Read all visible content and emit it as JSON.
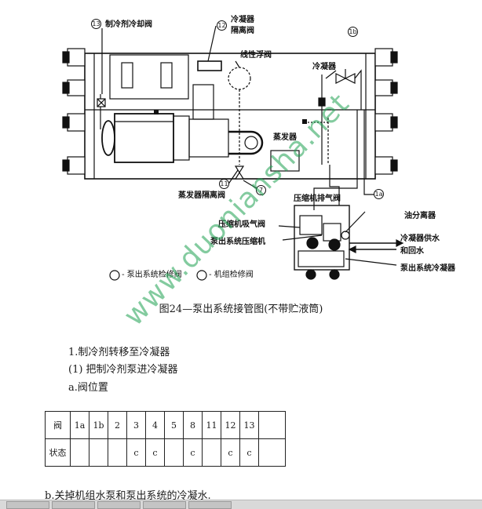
{
  "labels": {
    "l13": "制冷剂冷却阀",
    "l12a": "冷凝器",
    "l12b": "隔离阀",
    "float": "线性浮阀",
    "condenser": "冷凝器",
    "evaporator": "蒸发器",
    "evap_iso": "蒸发器隔离阀",
    "comp_discharge": "压缩机排气阀",
    "oil_sep": "油分离器",
    "comp_suction": "压缩机吸气阀",
    "pumpout_comp": "泵出系统压缩机",
    "cond_supply_a": "冷凝器供水",
    "cond_supply_b": "和回水",
    "pumpout_cond": "泵出系统冷凝器",
    "legend_pump": "- 泵出系统检修阀",
    "legend_unit": "- 机组检修阀"
  },
  "callouts": {
    "n13": "13",
    "n12": "12",
    "n1b": "1b",
    "n11": "11",
    "n7": "7",
    "n1a": "1a"
  },
  "caption": "图24—泵出系统接管图(不带贮液筒)",
  "sections": {
    "s1": "1.制冷剂转移至冷凝器",
    "s1_1": "(1) 把制冷剂泵进冷凝器",
    "s1_1a": "a.阀位置",
    "s1_1b": "b.关掉机组水泵和泵出系统的冷凝水."
  },
  "valve_table": {
    "row1_label": "阀",
    "valves": [
      "1a",
      "1b",
      "2",
      "3",
      "4",
      "5",
      "8",
      "11",
      "12",
      "13",
      ""
    ],
    "row2_label": "状态",
    "states": [
      "",
      "",
      "",
      "c",
      "c",
      "",
      "c",
      "",
      "c",
      "c",
      ""
    ]
  },
  "watermark": "www.duoniansha.net"
}
